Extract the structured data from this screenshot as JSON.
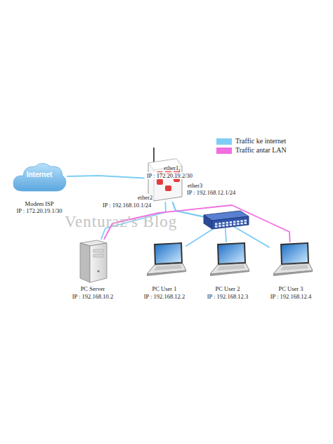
{
  "diagram": {
    "nodes": [
      {
        "text": [
          "Internet",
          "Modem ISP",
          "IP : 172.20.19.1/30"
        ]
      },
      {
        "text": [
          "ether1",
          "IP : 172.20.19.2/30",
          "ether2",
          "IP : 192.168.10.1/24",
          "ether3",
          "IP : 192.168.12.1/24"
        ]
      },
      {
        "text": [
          "PC Server",
          "IP : 192.168.10.2"
        ]
      },
      {
        "text": [
          "PC User 1",
          "IP : 192.168.12.2"
        ]
      },
      {
        "text": [
          "PC User 2",
          "IP : 192.168.12.3"
        ]
      },
      {
        "text": [
          "PC User 3",
          "IP : 192.168.12.4"
        ]
      }
    ],
    "edges": [
      {
        "from": 0,
        "to": 1,
        "arrow": "none"
      },
      {
        "from": 1,
        "to": 2,
        "arrow": "none"
      },
      {
        "from": 1,
        "to": 3,
        "arrow": "none"
      },
      {
        "from": 1,
        "to": 4,
        "arrow": "none"
      },
      {
        "from": 1,
        "to": 5,
        "arrow": "none"
      },
      {
        "from": 2,
        "to": 5,
        "arrow": "none"
      }
    ],
    "labels": [
      "Venturaz's Blog"
    ],
    "legend": [
      {
        "text": "Traffic ke internet",
        "color": "#7fcdf5"
      },
      {
        "text": "Traffic antar LAN",
        "color": "#f06ee0"
      }
    ]
  }
}
